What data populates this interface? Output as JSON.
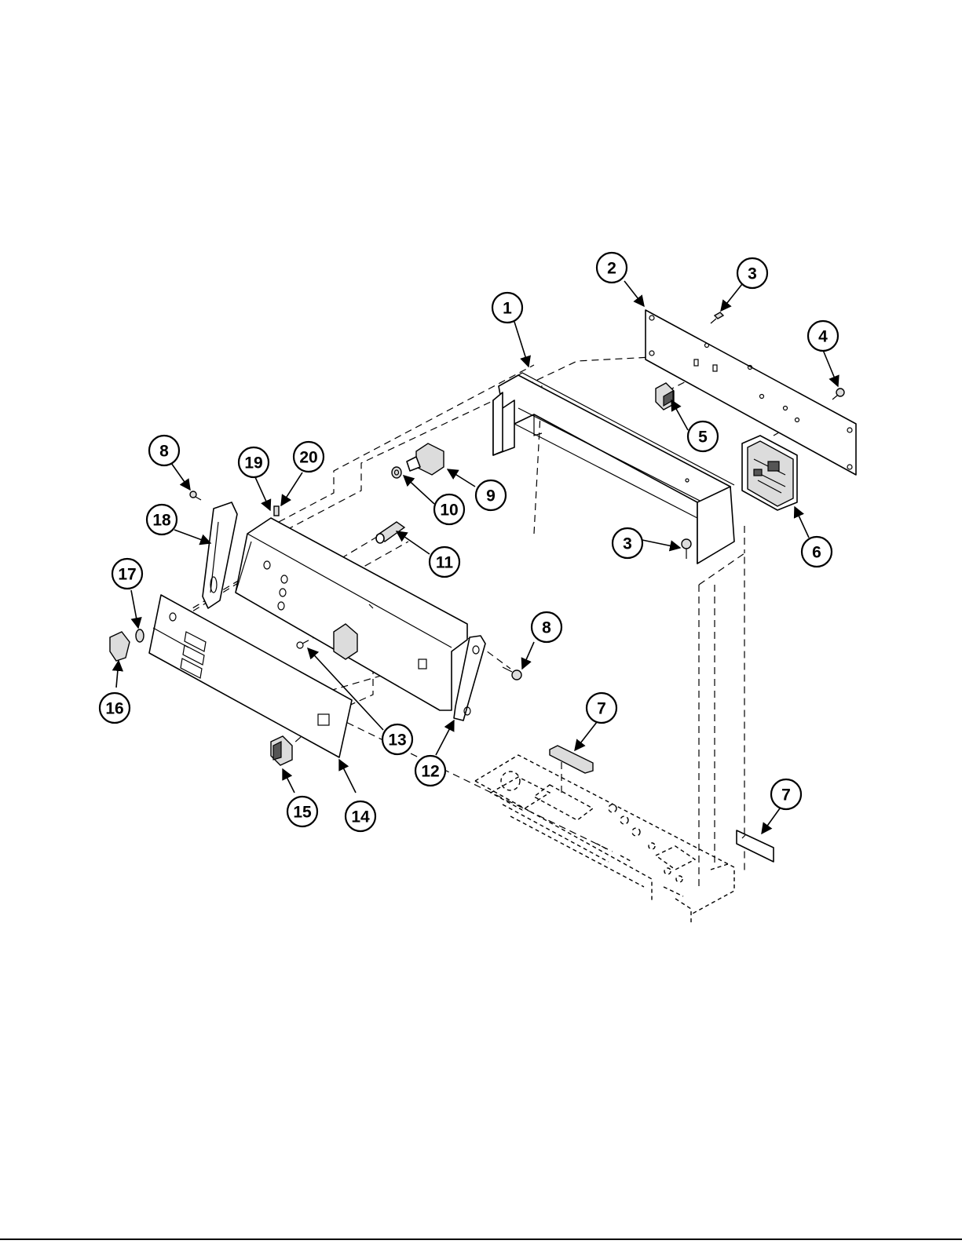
{
  "diagram": {
    "callouts": [
      "1",
      "2",
      "3",
      "3",
      "4",
      "5",
      "6",
      "7",
      "7",
      "8",
      "8",
      "9",
      "10",
      "11",
      "12",
      "13",
      "14",
      "15",
      "16",
      "17",
      "18",
      "19",
      "20"
    ]
  }
}
